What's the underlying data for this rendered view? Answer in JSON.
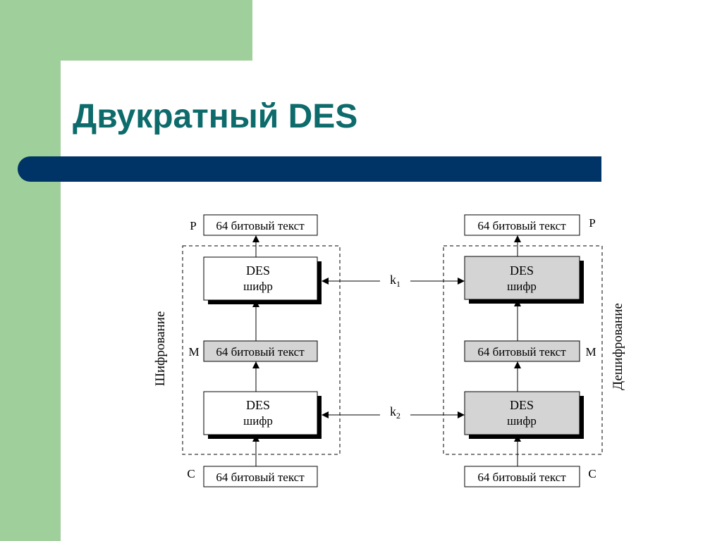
{
  "slide": {
    "title": "Двукратный DES"
  },
  "diagram": {
    "encrypt": {
      "side_label": "Шифрование",
      "top_text": "64 битовый текст",
      "top_letter": "P",
      "des1": {
        "line1": "DES",
        "line2": "шифр"
      },
      "mid_text": "64 битовый текст",
      "mid_letter": "M",
      "des2": {
        "line1": "DES",
        "line2": "шифр"
      },
      "bottom_text": "64 битовый текст",
      "bottom_letter": "C"
    },
    "decrypt": {
      "side_label": "Дешифрование",
      "top_text": "64 битовый текст",
      "top_letter": "P",
      "des1": {
        "line1": "DES",
        "line2": "шифр"
      },
      "mid_text": "64 битовый текст",
      "mid_letter": "M",
      "des2": {
        "line1": "DES",
        "line2": "шифр"
      },
      "bottom_text": "64 битовый текст",
      "bottom_letter": "C"
    },
    "keys": [
      {
        "base": "k",
        "sub": "1"
      },
      {
        "base": "k",
        "sub": "2"
      }
    ],
    "colors": {
      "shaded": "#d4d4d4",
      "line": "#000000"
    }
  }
}
